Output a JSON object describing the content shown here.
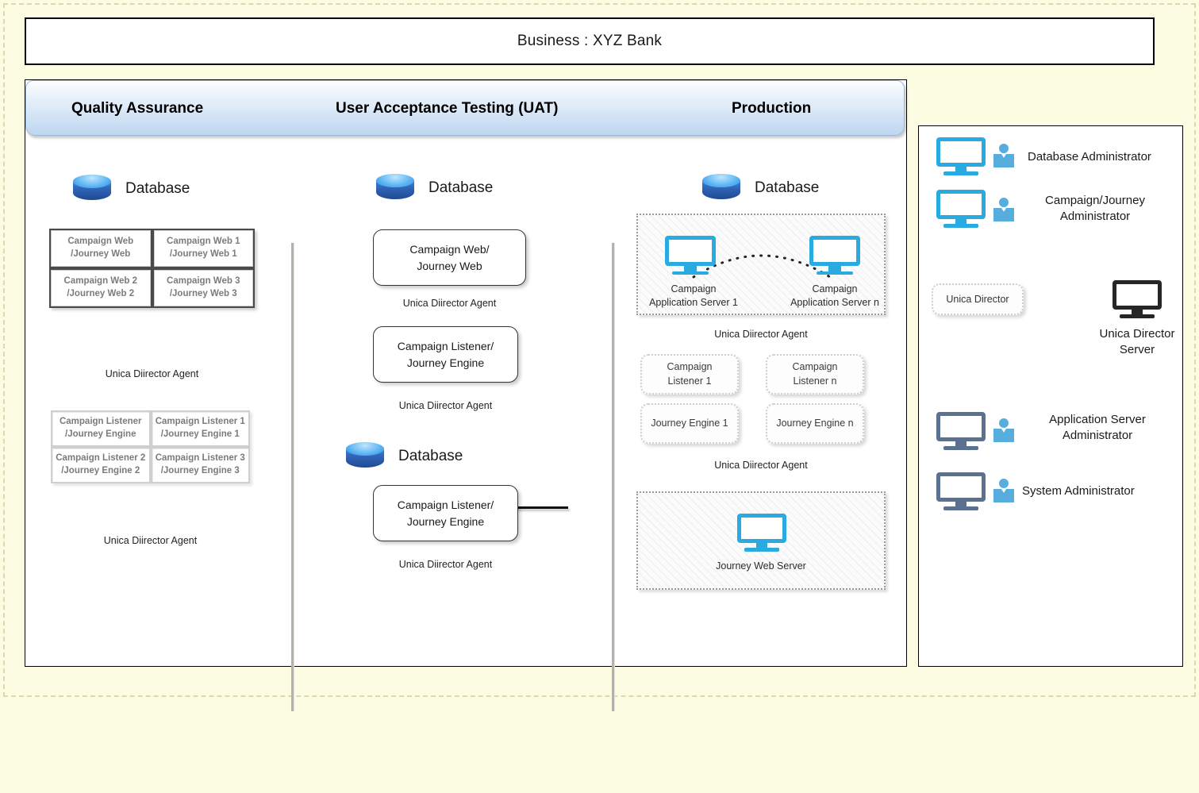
{
  "business": {
    "title": "Business : XYZ Bank"
  },
  "environments": {
    "tabs": [
      {
        "label": "Quality Assurance"
      },
      {
        "label": "User Acceptance Testing (UAT)"
      },
      {
        "label": "Production"
      }
    ]
  },
  "qa": {
    "database_label": "Database",
    "web_boxes": [
      "Campaign Web\n/Journey Web",
      "Campaign Web 1\n/Journey Web 1",
      "Campaign Web 2\n/Journey Web 2",
      "Campaign Web 3\n/Journey Web 3"
    ],
    "web_agent_caption": "Unica Diirector Agent",
    "listener_boxes": [
      "Campaign Listener\n/Journey Engine",
      "Campaign Listener 1\n/Journey Engine 1",
      "Campaign Listener 2\n/Journey Engine 2",
      "Campaign Listener 3\n/Journey Engine 3"
    ],
    "listener_agent_caption": "Unica Diirector Agent"
  },
  "uat": {
    "database_label_1": "Database",
    "web_box": "Campaign Web/\nJourney Web",
    "web_agent_caption": "Unica Diirector Agent",
    "listener_box": "Campaign Listener/\nJourney Engine",
    "listener_agent_caption": "Unica Diirector Agent",
    "database_label_2": "Database",
    "listener_box_2": "Campaign Listener/\nJourney Engine",
    "listener_agent_caption_2": "Unica Diirector Agent"
  },
  "production": {
    "database_label": "Database",
    "app_server_1": "Campaign\nApplication Server 1",
    "app_server_n": "Campaign\nApplication Server n",
    "app_agent_caption": "Unica Diirector Agent",
    "listener_1": "Campaign\nListener 1",
    "listener_n": "Campaign\nListener n",
    "journey_engine_1": "Journey Engine 1",
    "journey_engine_n": "Journey Engine n",
    "listener_agent_caption": "Unica Diirector Agent",
    "journey_web_server": "Journey Web Server"
  },
  "admins": {
    "database_administrator": "Database Administrator",
    "campaign_journey_administrator": "Campaign/Journey\nAdministrator",
    "unica_director": "Unica Director",
    "unica_director_server": "Unica Director\nServer",
    "application_server_administrator": "Application Server\nAdministrator",
    "system_administrator": "System Administrator"
  },
  "colors": {
    "page_background": "#fcfce2",
    "frame_border": "#ded9a8",
    "tab_gradient_top": "#fdfeff",
    "tab_gradient_bottom": "#bed6f0",
    "monitor_cyan": "#29abe2",
    "monitor_dark": "#5b7190",
    "monitor_black": "#262626",
    "person_blue": "#57addc",
    "db_top": "#62b8f3",
    "db_body": "#2f62b4"
  }
}
